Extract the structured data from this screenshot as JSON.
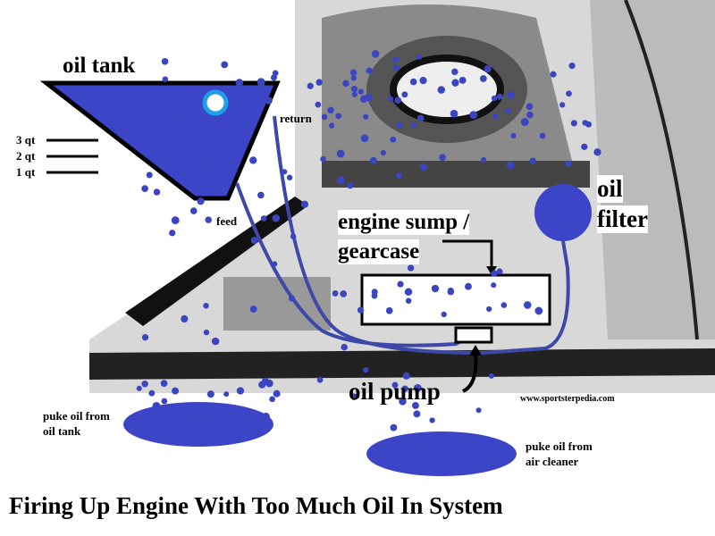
{
  "labels": {
    "oil_tank": "oil tank",
    "return": "return",
    "feed": "feed",
    "qt3": "3 qt",
    "qt2": "2 qt",
    "qt1": "1 qt",
    "engine_sump_line1": "engine sump /",
    "engine_sump_line2": "gearcase",
    "oil_filter_line1": "oil",
    "oil_filter_line2": "filter",
    "oil_pump": "oil pump",
    "website": "www.sportsterpedia.com",
    "puke_tank_line1": "puke oil from",
    "puke_tank_line2": "oil tank",
    "puke_air_line1": "puke oil from",
    "puke_air_line2": "air cleaner"
  },
  "title": "Firing Up Engine With Too Much Oil In System",
  "colors": {
    "oil": "#3c44c8",
    "dots": "#3a46c0",
    "line": "#3d49a8"
  }
}
